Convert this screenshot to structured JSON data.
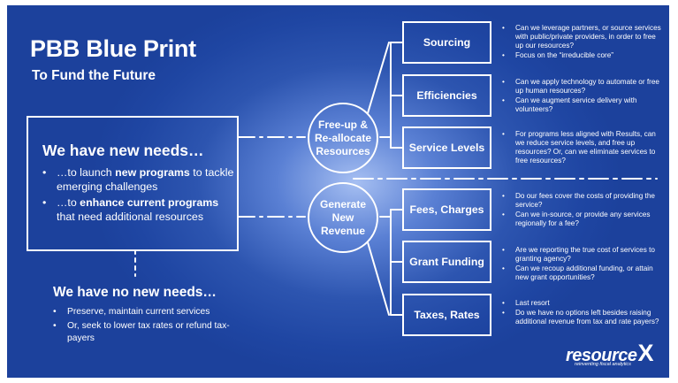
{
  "title": "PBB Blue Print",
  "subtitle": "To Fund the Future",
  "needs_box": {
    "heading": "We have new needs…",
    "bullets": [
      {
        "pre": "…to launch ",
        "bold": "new programs",
        "post": " to tackle emerging challenges"
      },
      {
        "pre": "…to ",
        "bold": "enhance current programs",
        "post": " that need additional resources"
      }
    ]
  },
  "no_needs": {
    "heading": "We have no new needs…",
    "bullets": [
      "Preserve, maintain current services",
      "Or, seek to lower tax rates or refund tax-payers"
    ]
  },
  "strategies": [
    {
      "label": "Free-up & Re-allocate Resources",
      "categories": [
        {
          "label": "Sourcing",
          "questions": [
            "Can we leverage partners, or source services with public/private providers, in order to free up our resources?",
            "Focus on the “irreducible core”"
          ]
        },
        {
          "label": "Efficiencies",
          "questions": [
            "Can we apply technology to automate or free up human resources?",
            "Can we augment service delivery with volunteers?"
          ]
        },
        {
          "label": "Service Levels",
          "questions": [
            "For programs less aligned with Results, can we reduce service levels, and free up resources? Or, can we eliminate services to free resources?"
          ]
        }
      ]
    },
    {
      "label": "Generate New Revenue",
      "categories": [
        {
          "label": "Fees, Charges",
          "questions": [
            "Do our fees cover the costs of providing the service?",
            "Can we in-source, or provide any services regionally for a fee?"
          ]
        },
        {
          "label": "Grant Funding",
          "questions": [
            "Are we reporting the true cost of services to granting agency?",
            "Can we recoup additional funding, or attain new grant opportunities?"
          ]
        },
        {
          "label": "Taxes, Rates",
          "questions": [
            "Last resort",
            "Do we have no options left besides raising additional revenue from tax and rate payers?"
          ]
        }
      ]
    }
  ],
  "logo": {
    "word": "resource",
    "x": "X",
    "tagline": "reinventing fiscal analytics"
  }
}
